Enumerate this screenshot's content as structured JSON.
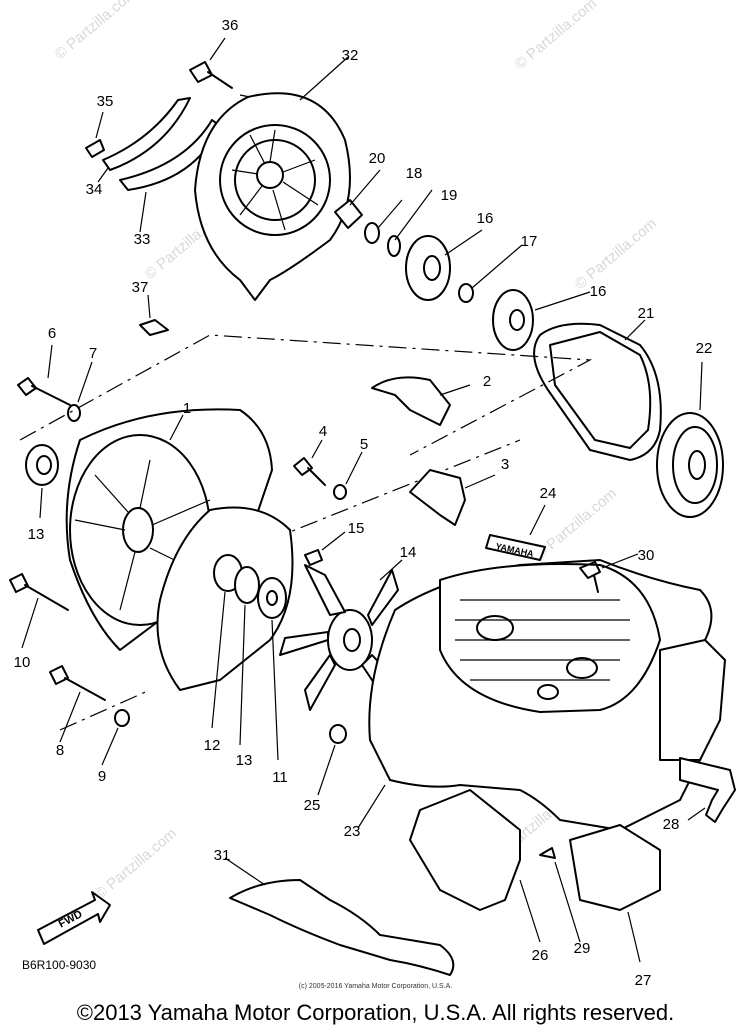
{
  "diagram": {
    "part_code": "B6R100-9030",
    "small_copyright": "(c) 2005-2016 Yamaha Motor Corporation, U.S.A.",
    "copyright": "©2013 Yamaha Motor Corporation, U.S.A. All rights reserved.",
    "watermark": "© Partzilla.com",
    "fwd_label": "FWD",
    "nameplate_text": "YAMAHA",
    "callouts": [
      "36",
      "35",
      "32",
      "20",
      "18",
      "19",
      "16",
      "17",
      "16",
      "34",
      "33",
      "37",
      "6",
      "7",
      "21",
      "22",
      "2",
      "1",
      "4",
      "5",
      "3",
      "13",
      "15",
      "24",
      "14",
      "30",
      "10",
      "12",
      "13",
      "11",
      "8",
      "9",
      "25",
      "23",
      "28",
      "31",
      "26",
      "29",
      "27"
    ]
  }
}
